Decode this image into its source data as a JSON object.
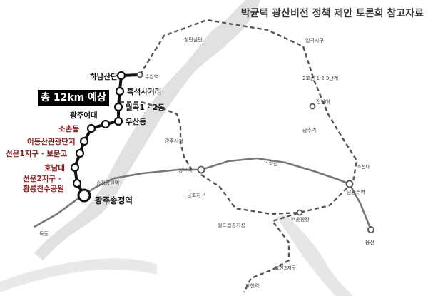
{
  "header": {
    "title": "박균택 광산비전 정책 제안 토론회 참고자료"
  },
  "badge": {
    "text": "총 12km 예상"
  },
  "colors": {
    "river": "#dcdcdc",
    "line1": "#777777",
    "line2_existing": "#555555",
    "new_line": "#111111",
    "red_label": "#8a1c1c"
  },
  "new_line_stations": [
    {
      "name": "하남산단"
    },
    {
      "name": "흑석사거리"
    },
    {
      "name": "월곡1 · 2동"
    },
    {
      "name": "우산동"
    },
    {
      "name": "광주여대"
    },
    {
      "name": "소촌동"
    },
    {
      "name": "어등산관광단지"
    },
    {
      "name": "선운1지구 · 보문고"
    },
    {
      "name": "호남대"
    },
    {
      "name": "선운2지구 ·"
    },
    {
      "name": "황룡친수공원"
    },
    {
      "name": "광주송정역"
    }
  ],
  "other_labels": [
    {
      "name": "수완역"
    },
    {
      "name": "첨단삼단"
    },
    {
      "name": "일곡지구"
    },
    {
      "name": "2호선 1·2·3단계"
    },
    {
      "name": "전남대"
    },
    {
      "name": "광주역"
    },
    {
      "name": "광주시청"
    },
    {
      "name": "상무역"
    },
    {
      "name": "1호선"
    },
    {
      "name": "조선대"
    },
    {
      "name": "남광주역"
    },
    {
      "name": "송정공원역"
    },
    {
      "name": "금호지구"
    },
    {
      "name": "백운광장"
    },
    {
      "name": "월드컵경기장"
    },
    {
      "name": "효천2지구"
    },
    {
      "name": "효천역"
    },
    {
      "name": "용산"
    },
    {
      "name": "독동"
    }
  ]
}
